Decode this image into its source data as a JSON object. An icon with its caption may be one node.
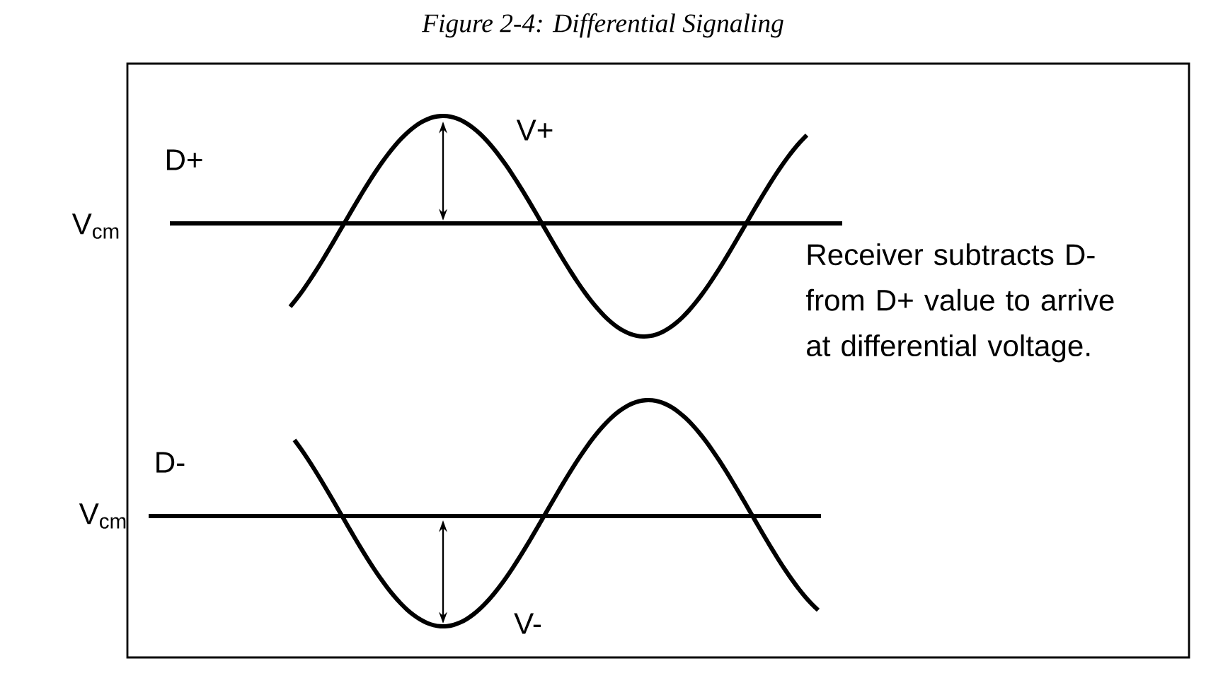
{
  "diagram": {
    "title": "Figure 2-4: Differential Signaling",
    "labels": [
      "D+",
      "V$_{cm}$",
      "V+",
      "Receiver subtracts D- from D+ value to arrive at differential voltage.",
      "D-",
      "V$_{cm}$",
      "V-"
    ]
  }
}
